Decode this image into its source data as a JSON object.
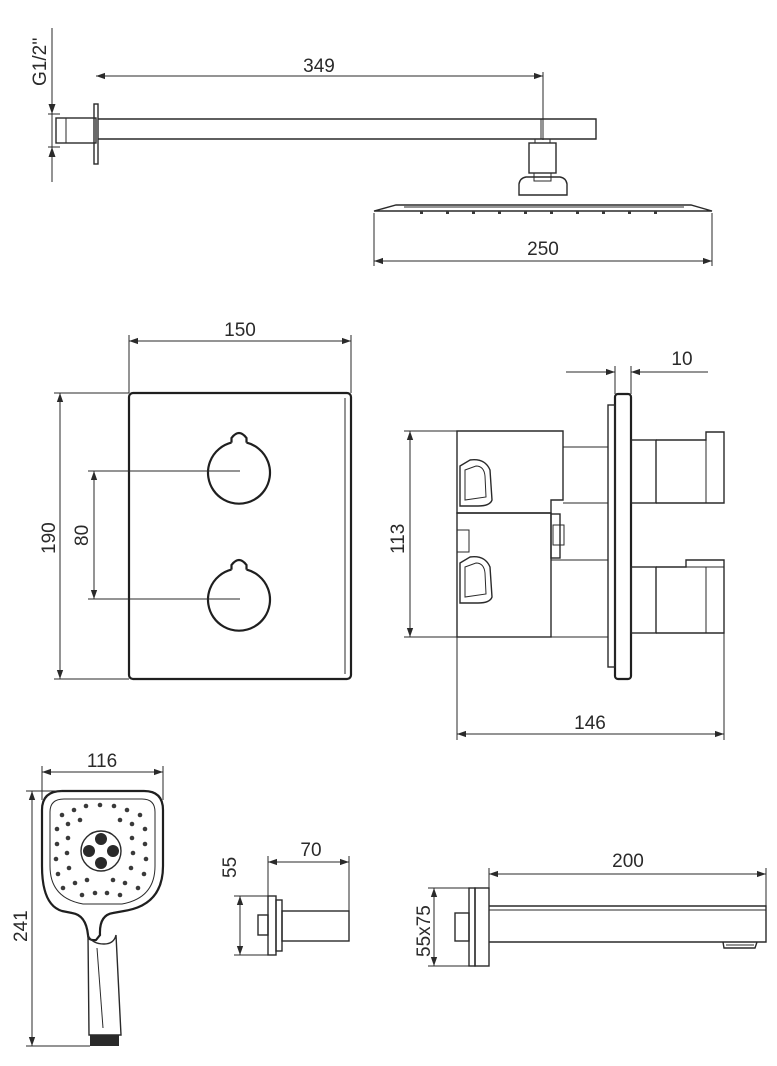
{
  "dimensions": {
    "thread": "G1/2''",
    "arm_length": "349",
    "head_width": "250",
    "plate_width": "150",
    "plate_height": "190",
    "handle_spacing": "80",
    "plate_thickness": "10",
    "body_height": "113",
    "body_depth": "146",
    "handshower_width": "116",
    "handshower_length": "241",
    "outlet_size": "55",
    "outlet_length": "70",
    "spout_size": "55x75",
    "spout_length": "200"
  },
  "colors": {
    "line": "#2a2a2a",
    "background": "#ffffff"
  }
}
